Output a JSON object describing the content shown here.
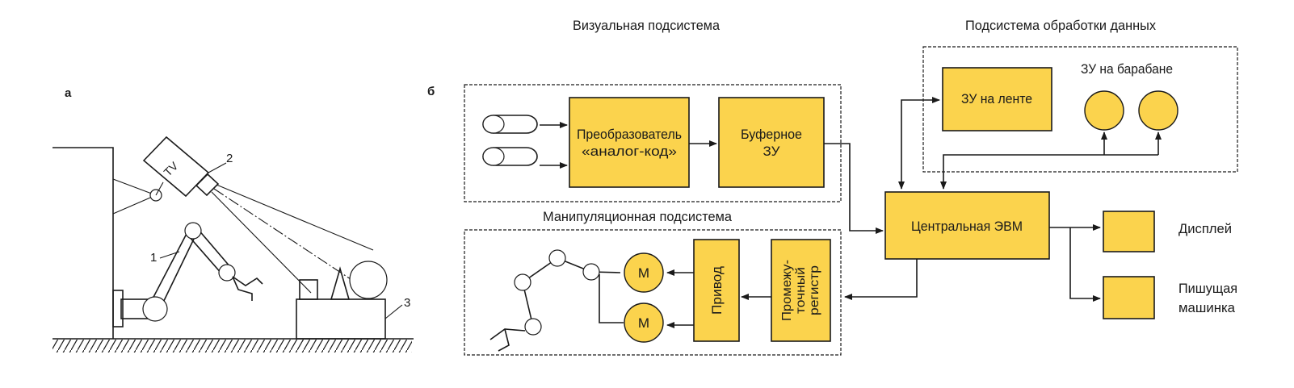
{
  "panel_a": {
    "label": "а",
    "tv_label": "TV",
    "callout_1": "1",
    "callout_2": "2",
    "callout_3": "3"
  },
  "panel_b": {
    "label": "б",
    "visual_title": "Визуальная подсистема",
    "data_title": "Подсистема обработки данных",
    "manip_title": "Манипуляционная подсистема",
    "converter_line1": "Преобразователь",
    "converter_line2": "«аналог-код»",
    "buffer_line1": "Буферное",
    "buffer_line2": "ЗУ",
    "tape": "ЗУ на ленте",
    "drum": "ЗУ на барабане",
    "cpu": "Центральная ЭВМ",
    "display": "Дисплей",
    "typewriter_line1": "Пишущая",
    "typewriter_line2": "машинка",
    "drive": "Привод",
    "register_line1": "Промежу-",
    "register_line2": "точный",
    "register_line3": "регистр",
    "motor_1": "М",
    "motor_2": "М"
  },
  "colors": {
    "accent": "#fbd34d",
    "ink": "#1a1a1a"
  }
}
